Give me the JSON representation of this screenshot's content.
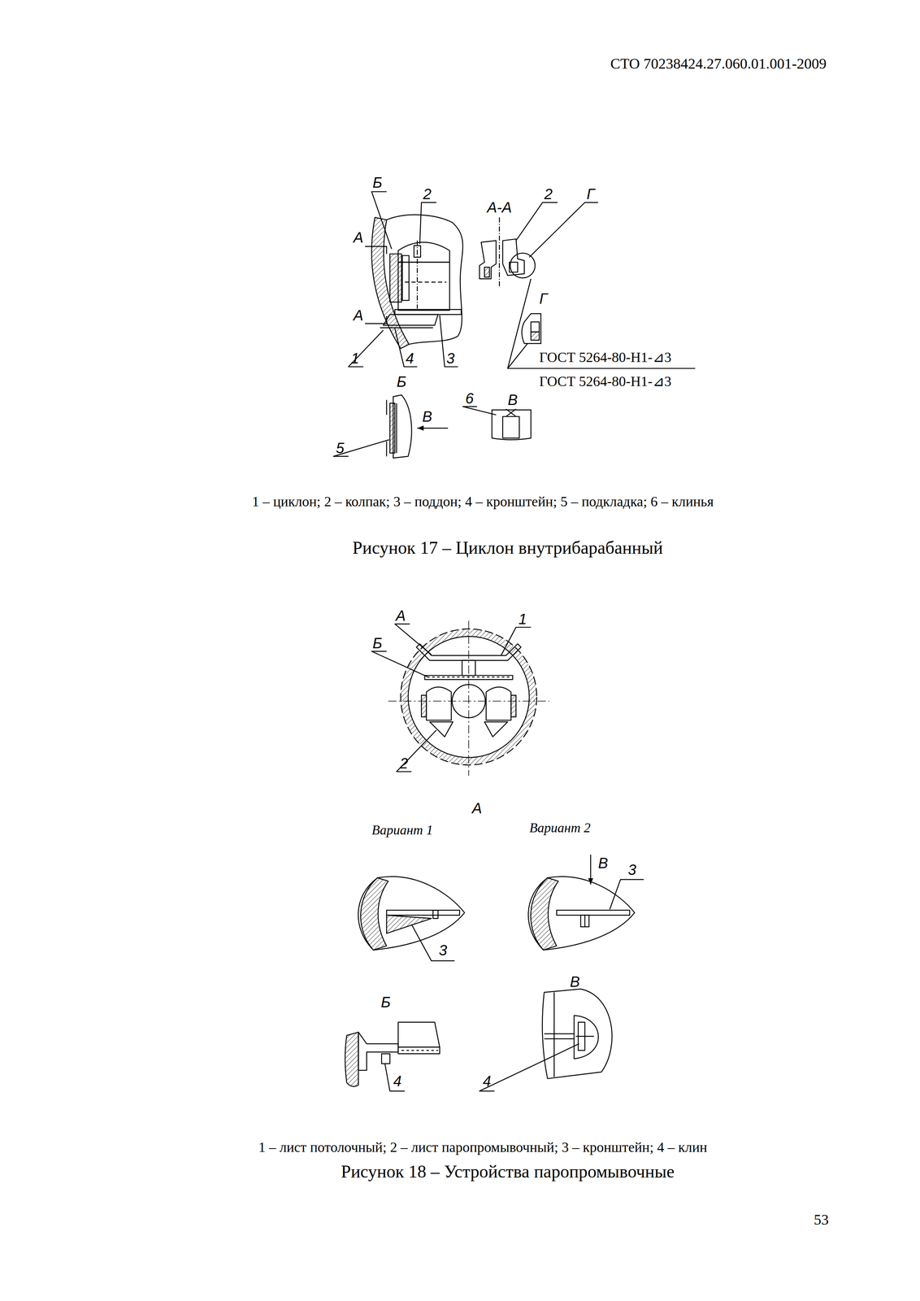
{
  "diagram": {
    "labels": [
      "СТО 70238424.27.060.01.001-2009",
      "Б",
      "2",
      "А-А",
      "2",
      "Г",
      "А",
      "А",
      "Г",
      "ГОСТ 5264-80-Н1-⊿3",
      "ГОСТ 5264-80-Н1-⊿3",
      "1",
      "4",
      "3",
      "Б",
      "6",
      "В",
      "В",
      "5",
      "1 – циклон; 2 – колпак; 3 – поддон; 4 – кронштейн; 5 – подкладка; 6 – клинья",
      "Рисунок 17 – Циклон внутрибарабанный",
      "А",
      "1",
      "Б",
      "2",
      "А",
      "Вариант 1",
      "Вариант 2",
      "В",
      "3",
      "3",
      "В",
      "Б",
      "4",
      "4",
      "1 – лист потолочный; 2 – лист паропромывочный; 3 – кронштейн; 4 – клин",
      "Рисунок 18 – Устройства паропромывочные",
      "53"
    ]
  }
}
